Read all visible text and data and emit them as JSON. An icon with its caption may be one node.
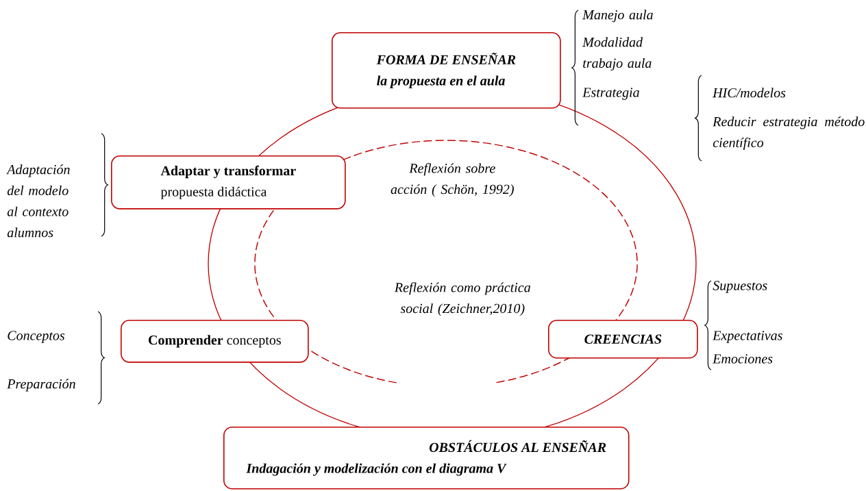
{
  "diagram": {
    "nodes": [
      {
        "text": [
          "FORMA DE ENSEÑAR",
          "la propuesta  en el aula"
        ]
      },
      {
        "text": [
          "Adaptar y transformar",
          "propuesta didáctica"
        ]
      },
      {
        "text": [
          "**Comprender** conceptos"
        ]
      },
      {
        "text": [
          "CREENCIAS"
        ]
      },
      {
        "text": [
          "OBSTÁCULOS AL ENSEÑAR",
          "Indagación y modelización con el diagrama V"
        ]
      }
    ],
    "labels": [
      "Manejo aula",
      "Modalidad trabajo aula",
      "Estrategia",
      "HIC/modelos",
      "Reducir estrategia método científico",
      "Adaptación del modelo al contexto alumnos",
      "Reflexión sobre acción ( Schön, 1992)",
      "Reflexión como práctica social (Zeichner,2010)",
      "Supuestos",
      "Conceptos",
      "Expectativas",
      "Emociones",
      "Preparación"
    ]
  }
}
